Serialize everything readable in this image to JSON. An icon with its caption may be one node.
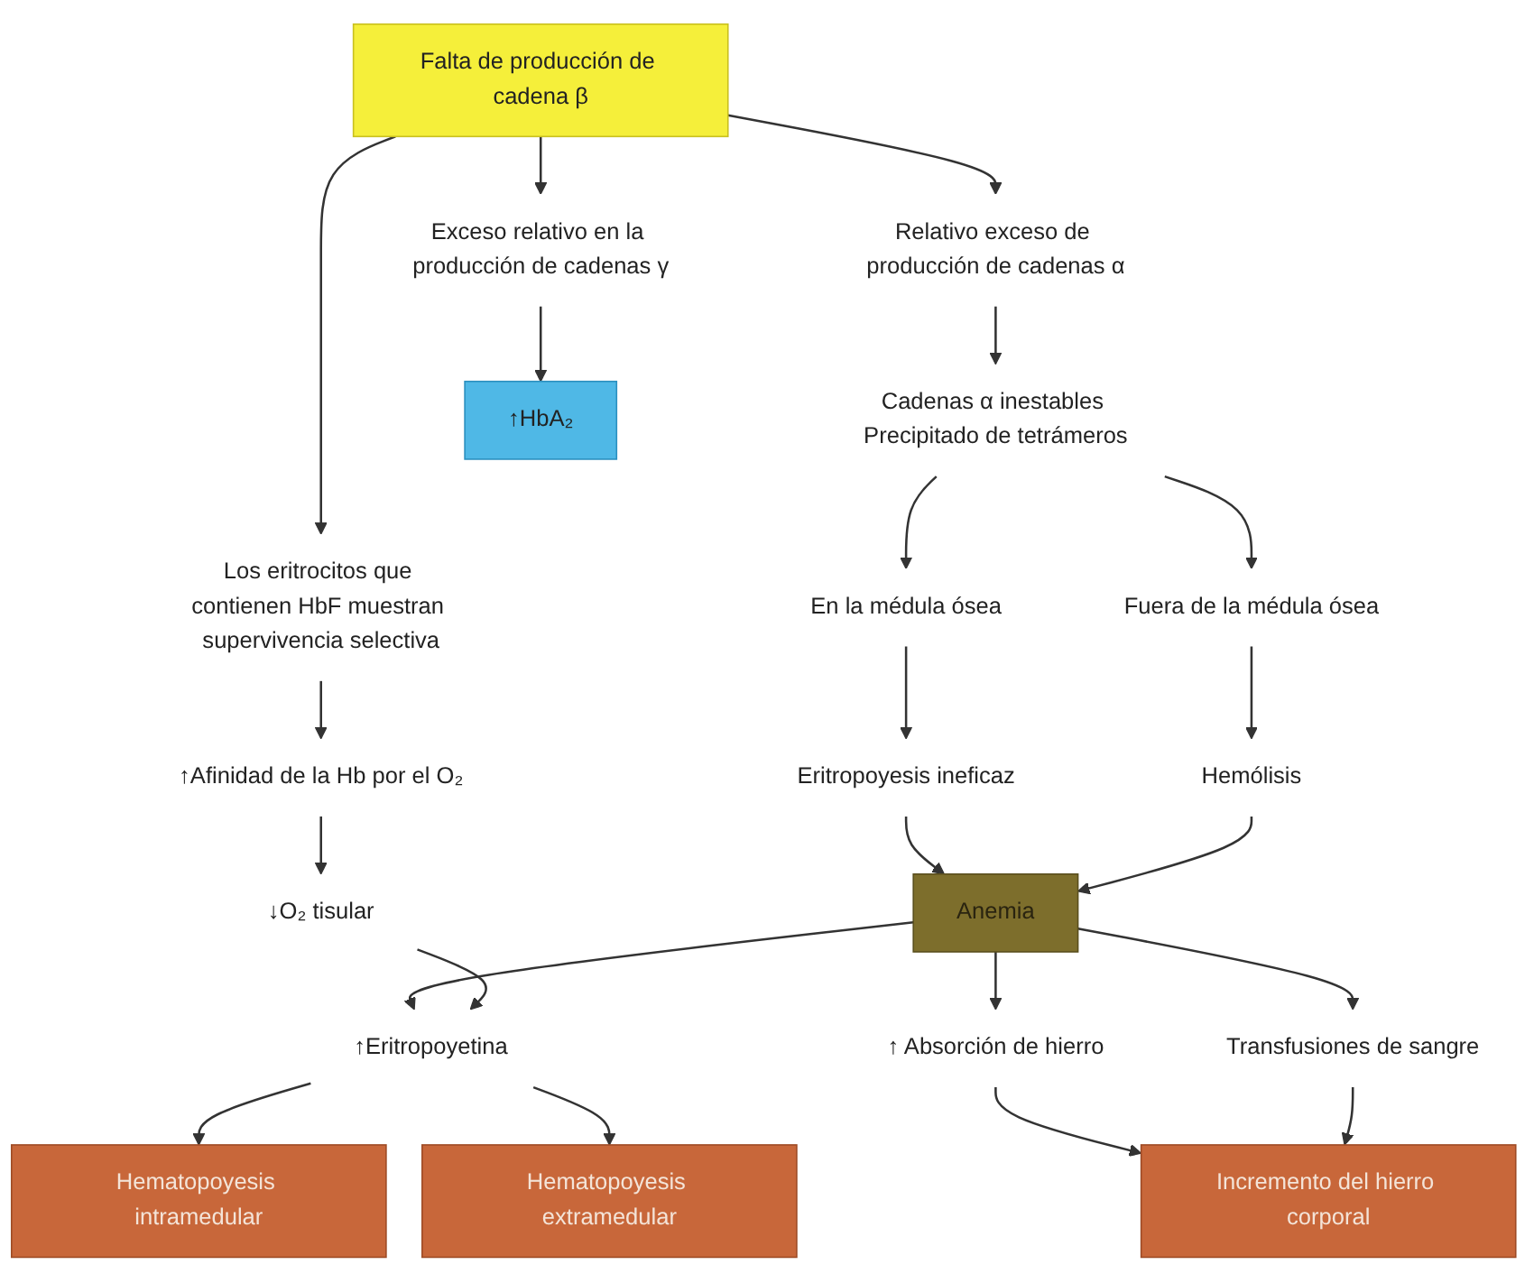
{
  "diagram": {
    "nodes": [
      {
        "text": [
          "Falta de producción de cadena β"
        ]
      },
      {
        "text": [
          "Relativo exceso de producción de cadenas α"
        ]
      },
      {
        "text": [
          "Exceso relativo en la producción de cadenas γ"
        ]
      },
      {
        "text": [
          "Los eritrocitos que contienen HbF muestran supervivencia selectiva"
        ]
      },
      {
        "text": [
          "Cadenas α inestables Precipitado de tetrámeros"
        ]
      },
      {
        "text": [
          "↑HbA₂"
        ]
      },
      {
        "text": [
          "↑Afinidad de la Hb por el O₂"
        ]
      },
      {
        "text": [
          "En la médula ósea"
        ]
      },
      {
        "text": [
          "Fuera de la médula ósea"
        ]
      },
      {
        "text": [
          "↓O₂ tisular"
        ]
      },
      {
        "text": [
          "Eritropoyesis ineficaz"
        ]
      },
      {
        "text": [
          "Hemólisis"
        ]
      },
      {
        "text": [
          "Anemia"
        ]
      },
      {
        "text": [
          "↑Eritropoyetina"
        ]
      },
      {
        "text": [
          "Hematopoyesis intramedular"
        ]
      },
      {
        "text": [
          "↑ Absorción de hierro"
        ]
      },
      {
        "text": [
          "Transfusiones de sangre"
        ]
      },
      {
        "text": [
          "Hematopoyesis extramedular"
        ]
      },
      {
        "text": [
          "Incremento del hierro corporal"
        ]
      }
    ],
    "edges": [
      {
        "from": 0,
        "to": 1,
        "arrow": "to"
      },
      {
        "from": 0,
        "to": 2,
        "arrow": "to"
      },
      {
        "from": 0,
        "to": 3,
        "arrow": "to"
      },
      {
        "from": 1,
        "to": 4,
        "arrow": "to"
      },
      {
        "from": 2,
        "to": 5,
        "arrow": "to"
      },
      {
        "from": 3,
        "to": 6,
        "arrow": "to"
      },
      {
        "from": 4,
        "to": 7,
        "arrow": "to"
      },
      {
        "from": 4,
        "to": 8,
        "arrow": "to"
      },
      {
        "from": 6,
        "to": 9,
        "arrow": "to"
      },
      {
        "from": 7,
        "to": 10,
        "arrow": "to"
      },
      {
        "from": 8,
        "to": 11,
        "arrow": "to"
      },
      {
        "from": 10,
        "to": 12,
        "arrow": "to"
      },
      {
        "from": 11,
        "to": 12,
        "arrow": "to"
      },
      {
        "from": 12,
        "to": 13,
        "arrow": "to"
      },
      {
        "from": 9,
        "to": 13,
        "arrow": "to"
      },
      {
        "from": 13,
        "to": 14,
        "arrow": "to"
      },
      {
        "from": 13,
        "to": 17,
        "arrow": "to"
      },
      {
        "from": 12,
        "to": 15,
        "arrow": "to"
      },
      {
        "from": 12,
        "to": 16,
        "arrow": "to"
      },
      {
        "from": 15,
        "to": 18,
        "arrow": "to"
      },
      {
        "from": 16,
        "to": 18,
        "arrow": "to"
      }
    ]
  }
}
